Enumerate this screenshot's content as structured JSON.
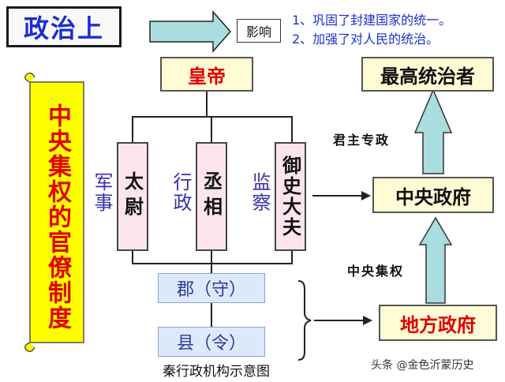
{
  "title": "政治上",
  "influence_label": "影响",
  "notes": [
    "1、巩固了封建国家的统一。",
    "2、加强了对人民的统治。"
  ],
  "emperor": "皇帝",
  "highest_ruler": "最高统治者",
  "offices": [
    {
      "name": "太尉",
      "role": "军事"
    },
    {
      "name": "丞相",
      "role": "行政"
    },
    {
      "name": "御史大夫",
      "role": "监察"
    }
  ],
  "autocracy_label": "君主专政",
  "central_government": "中央政府",
  "centralization_label": "中央集权",
  "local_government": "地方政府",
  "commandery": "郡（守）",
  "county": "县（令）",
  "caption": "秦行政机构示意图",
  "scroll_text": "中央集权的官僚制度",
  "watermark": "头条 @金色沂蒙历史",
  "colors": {
    "title": "#1c2fd1",
    "emphasis": "#e00000",
    "scroll": "#ffff00",
    "pink": "#fce4ef",
    "blue_box": "#dde9fa",
    "arrow": "#9fd6da"
  }
}
